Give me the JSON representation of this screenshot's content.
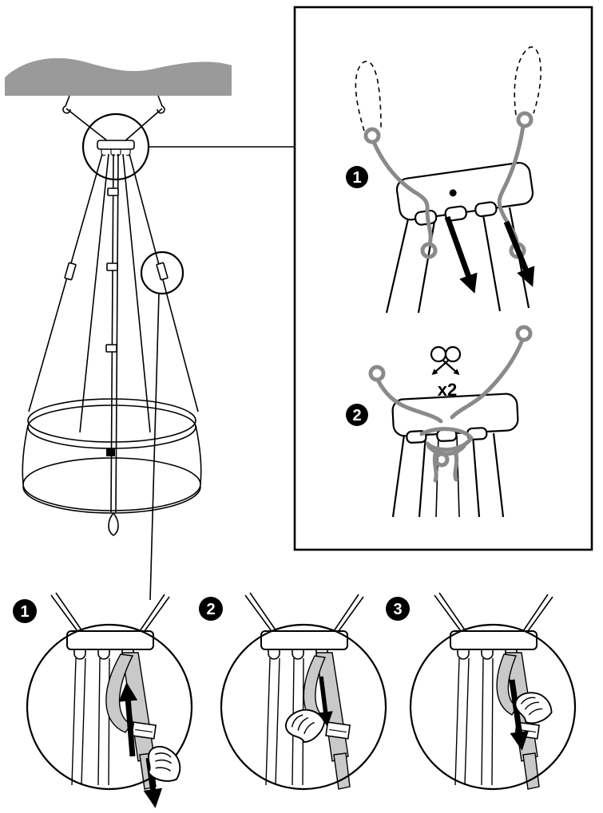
{
  "colors": {
    "background": "#ffffff",
    "line": "#000000",
    "ceiling-gray": "#9a9a9a",
    "rope-gray": "#8a8a8a",
    "strap-gray": "#c9c9c9",
    "badge-bg": "#000000",
    "badge-text": "#ffffff"
  },
  "detail_panel": {
    "steps": [
      {
        "number": "1"
      },
      {
        "number": "2"
      }
    ],
    "repeat_label": "x2",
    "icons": {
      "knot-icon": "double-loop-knot-glyph",
      "pull-arrow-icon": "filled-triangle-arrow"
    }
  },
  "bottom_steps": {
    "steps": [
      {
        "number": "1"
      },
      {
        "number": "2"
      },
      {
        "number": "3"
      }
    ],
    "icons": {
      "hand-icon": "hand-outline",
      "pull-arrow-icon": "filled-triangle-arrow"
    }
  }
}
